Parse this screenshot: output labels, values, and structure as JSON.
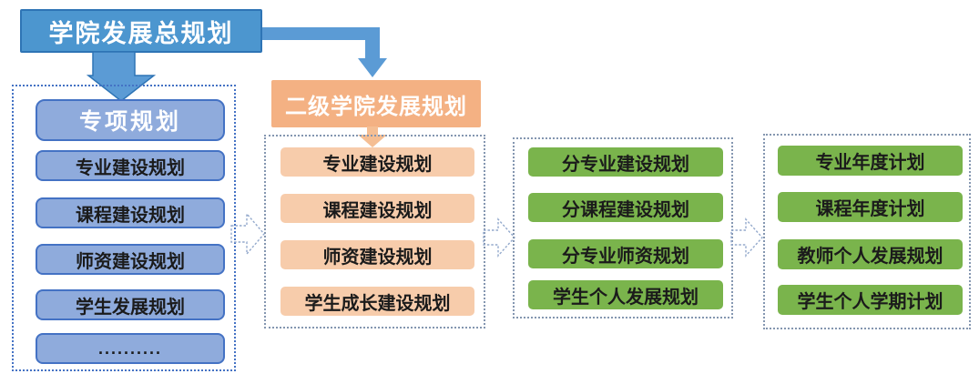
{
  "title_box": {
    "label": "学院发展总规划"
  },
  "level2_box": {
    "label": "二级学院发展规划"
  },
  "groups": [
    {
      "name": "special-plans",
      "header": "专项规划",
      "items": [
        "专业建设规划",
        "课程建设规划",
        "师资建设规划",
        "学生发展规划",
        ".........."
      ]
    },
    {
      "name": "secondary-college-plans",
      "items": [
        "专业建设规划",
        "课程建设规划",
        "师资建设规划",
        "学生成长建设规划"
      ]
    },
    {
      "name": "per-major-plans",
      "items": [
        "分专业建设规划",
        "分课程建设规划",
        "分专业师资规划",
        "学生个人发展规划"
      ]
    },
    {
      "name": "annual-plans",
      "items": [
        "专业年度计划",
        "课程年度计划",
        "教师个人发展规划",
        "学生个人学期计划"
      ]
    }
  ],
  "icons": {
    "down_arrow": "solid-blue-block-arrow-down",
    "elbow_arrow": "solid-blue-elbow-arrow-right-down",
    "orange_down_arrow": "solid-orange-block-arrow-down",
    "hollow_arrows": "dotted-outline-block-arrow-right"
  },
  "colors": {
    "title_fill": "#4C96CF",
    "title_border": "#2E74B5",
    "arrow_blue": "#5B9BD5",
    "blue_item_fill": "#8FABDC",
    "blue_item_border": "#4472C4",
    "orange_header_fill": "#F4B183",
    "orange_item_fill": "#F7CCAB",
    "orange_arrow_fill": "#F5BE93",
    "green_item_fill": "#7AB44C",
    "dashed_blue": "#4472C4",
    "dashed_gray": "#8496B0",
    "hollow_arrow_stroke": "#93A9CC"
  }
}
